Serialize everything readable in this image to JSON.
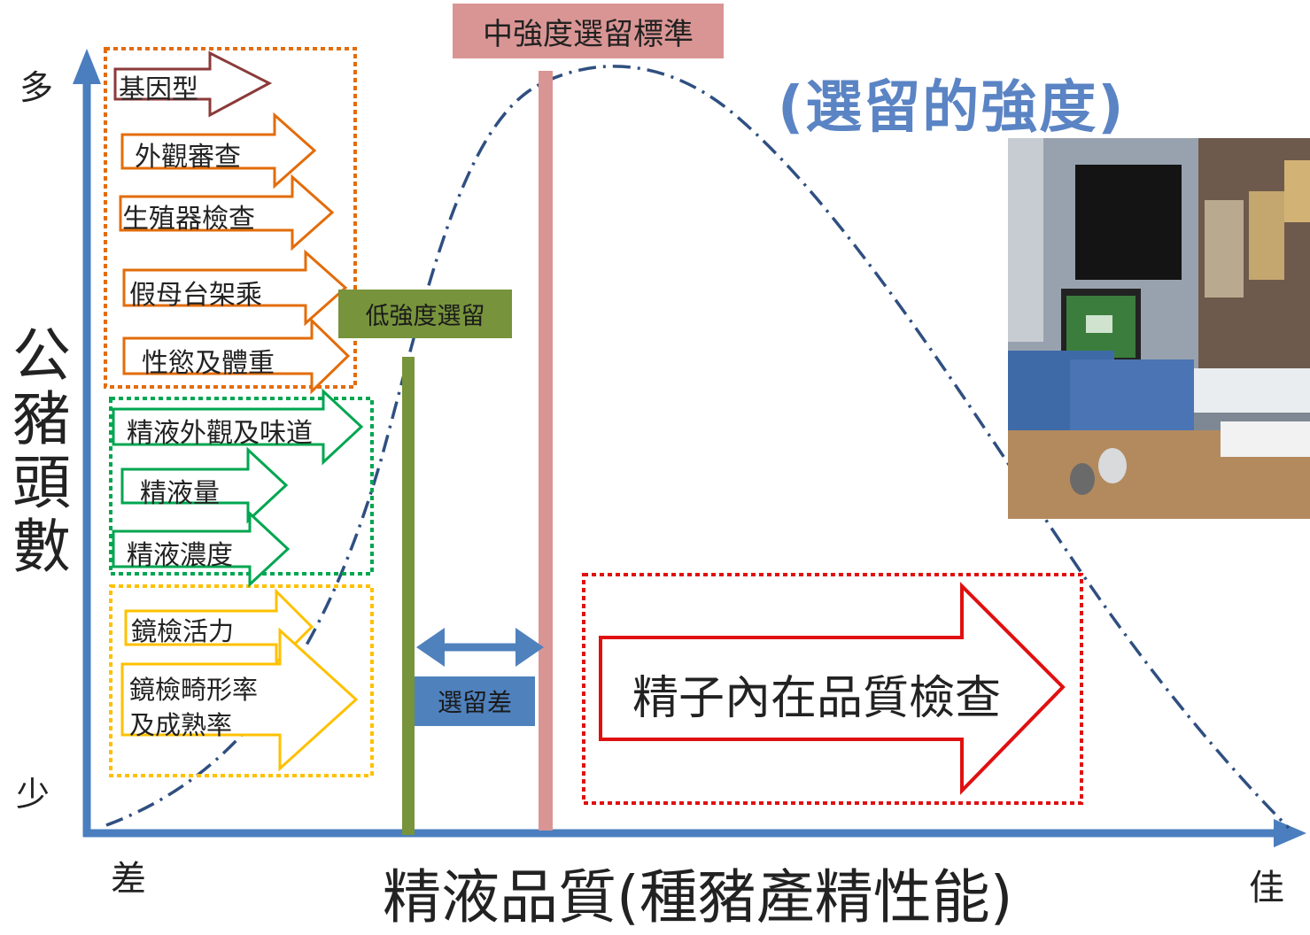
{
  "axes": {
    "y_title": "公豬頭數",
    "y_high": "多",
    "y_low": "少",
    "x_title": "精液品質(種豬產精性能)",
    "x_low": "差",
    "x_high": "佳"
  },
  "headline": "(選留的強度)",
  "medium_label": "中強度選留標準",
  "low_label": "低強度選留",
  "diff_label": "選留差",
  "orange_group": [
    "基因型",
    "外觀審查",
    "生殖器檢查",
    "假母台架乘",
    "性慾及體重"
  ],
  "green_group": [
    "精液外觀及味道",
    "精液量",
    "精液濃度"
  ],
  "yellow_group": [
    "鏡檢活力",
    "鏡檢畸形率",
    "及成熟率"
  ],
  "red_label": "精子內在品質檢查",
  "colors": {
    "axis": "#4a7ebf",
    "curve": "#2f4f80",
    "headline": "#5b84c4",
    "medium": "#d99594",
    "low": "#77933c",
    "diff": "#4f81bd",
    "genotype": "#8b3a3a",
    "orange": "#e36c0a",
    "green": "#00a650",
    "yellow": "#ffc000",
    "red": "#e01010"
  }
}
